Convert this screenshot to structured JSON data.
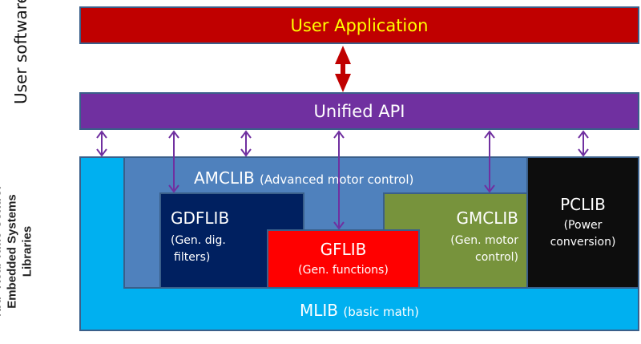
{
  "side_labels": {
    "user_software": "User software",
    "nxp_libraries": "NXP Real Time Control Embedded Systems Libraries"
  },
  "layers": {
    "user_application": "User Application",
    "unified_api": "Unified API"
  },
  "libraries": {
    "mlib": {
      "name": "MLIB",
      "desc": "(basic math)"
    },
    "amclib": {
      "name": "AMCLIB",
      "desc": "(Advanced motor control)"
    },
    "gdflib": {
      "name": "GDFLIB",
      "desc_line1": "(Gen. dig.",
      "desc_line2": "filters)"
    },
    "gflib": {
      "name": "GFLIB",
      "desc": "(Gen. functions)"
    },
    "gmclib": {
      "name": "GMCLIB",
      "desc_line1": "(Gen. motor",
      "desc_line2": "control)"
    },
    "pclib": {
      "name": "PCLIB",
      "desc_line1": "(Power",
      "desc_line2": "conversion)"
    }
  },
  "colors": {
    "user_application": "#C00000",
    "user_application_text": "#FFFF00",
    "unified_api": "#7030A0",
    "mlib": "#00B0F0",
    "amclib": "#4F81BD",
    "gdflib": "#002060",
    "gflib": "#FF0000",
    "gmclib": "#77933C",
    "pclib": "#0D0D0D",
    "app_arrow": "#C00000",
    "api_arrows": "#7030A0"
  },
  "connections": [
    {
      "from": "User Application",
      "to": "Unified API",
      "type": "bidirectional"
    },
    {
      "from": "Unified API",
      "to": "MLIB",
      "type": "bidirectional"
    },
    {
      "from": "Unified API",
      "to": "GDFLIB",
      "type": "bidirectional"
    },
    {
      "from": "Unified API",
      "to": "AMCLIB",
      "type": "bidirectional"
    },
    {
      "from": "Unified API",
      "to": "GFLIB",
      "type": "bidirectional"
    },
    {
      "from": "Unified API",
      "to": "GMCLIB",
      "type": "bidirectional"
    },
    {
      "from": "Unified API",
      "to": "PCLIB",
      "type": "bidirectional"
    }
  ]
}
